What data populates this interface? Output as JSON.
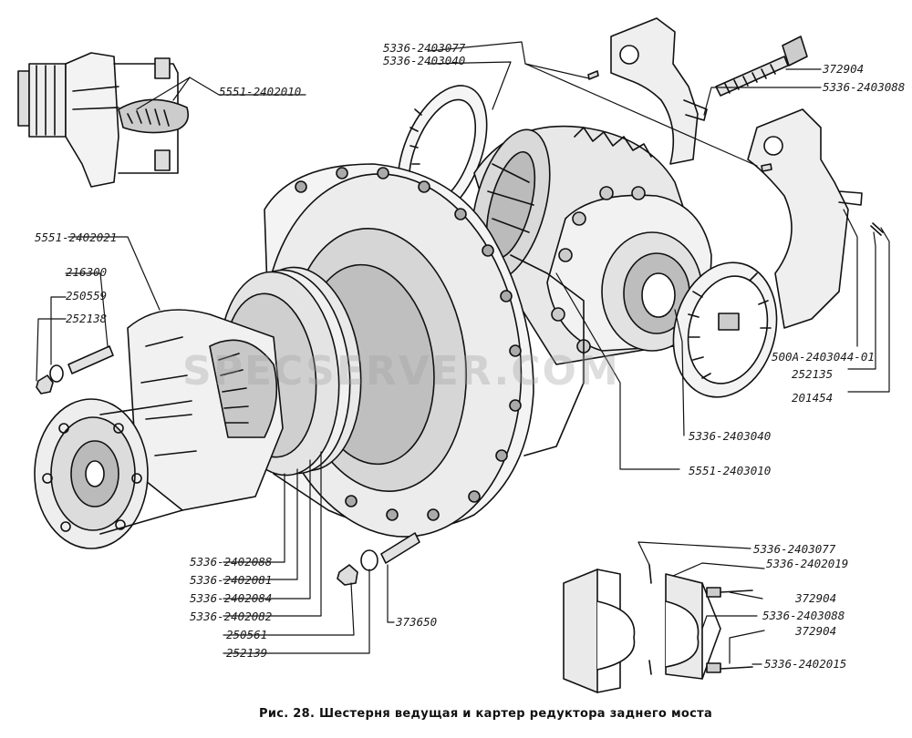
{
  "labels": {
    "l5551_2402010": "5551-2402010",
    "l5336_2403077_top": "5336-2403077",
    "l5336_2403040_top": "5336-2403040",
    "l372904_top": "372904",
    "l5336_2403088_top": "5336-2403088",
    "l5551_2402021": "5551-2402021",
    "l216300": "216300",
    "l250559": "250559",
    "l252138": "252138",
    "l500A_2403044_01": "500A-2403044-01",
    "l252135": "252135",
    "l201454": "201454",
    "l5336_2403040_mid": "5336-2403040",
    "l5551_2403010": "5551-2403010",
    "l5336_2402088": "5336-2402088",
    "l5336_2402081": "5336-2402081",
    "l5336_2402084": "5336-2402084",
    "l5336_2402082": "5336-2402082",
    "l250561": "250561",
    "l252139": "252139",
    "l373650": "373650",
    "l5336_2403077_inset": "5336-2403077",
    "l5336_2402019_inset": "5336-2402019",
    "l372904_inset_a": "372904",
    "l5336_2403088_inset": "5336-2403088",
    "l372904_inset_b": "372904",
    "l5336_2402015_inset": "5336-2402015"
  },
  "caption": "Рис. 28. Шестерня ведущая и картер редуктора заднего моста",
  "watermark": "SPECSERVER.COM"
}
